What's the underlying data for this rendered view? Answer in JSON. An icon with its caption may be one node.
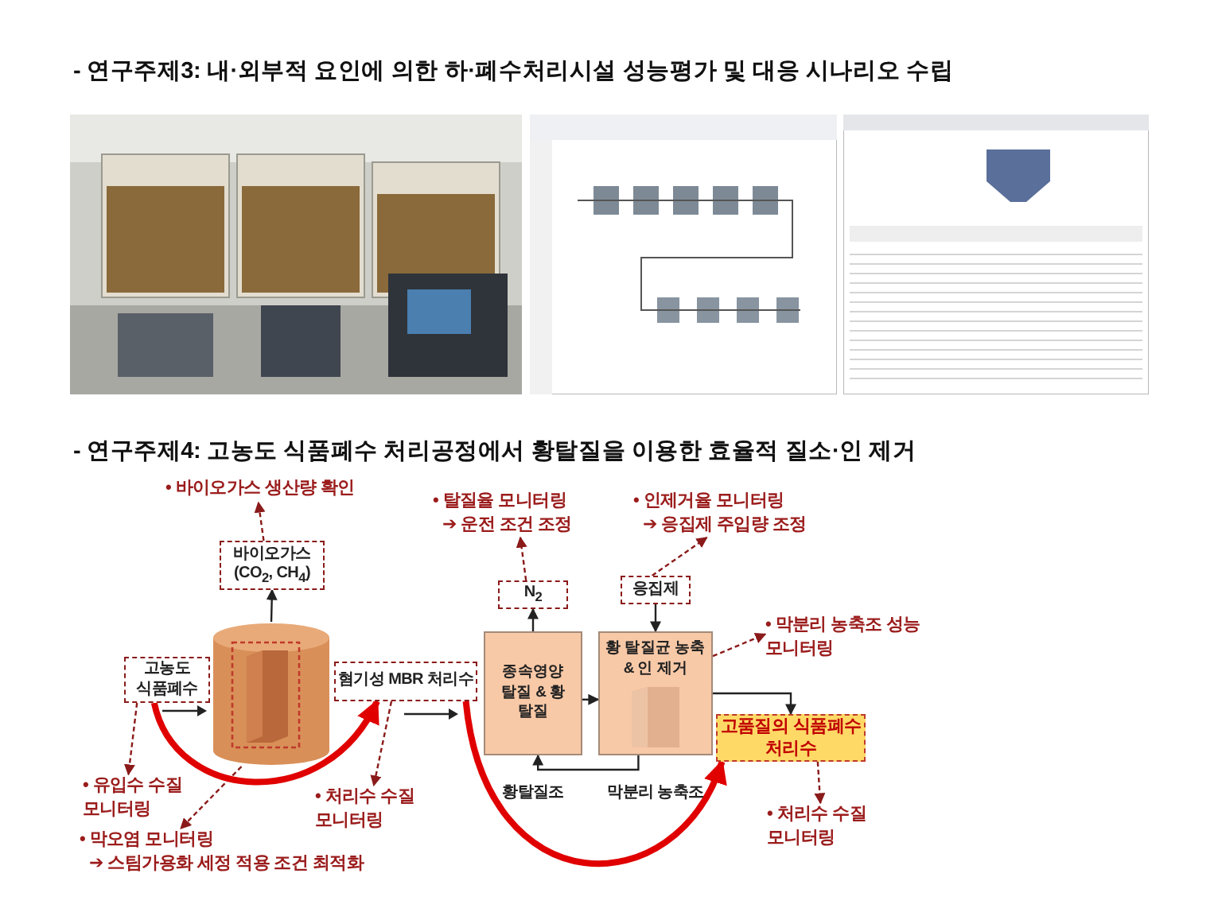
{
  "diagram": {
    "nodes": [
      {
        "text": [],
        "shape": "picture"
      },
      {
        "text": [],
        "shape": "picture"
      },
      {
        "text": [],
        "shape": "picture"
      },
      {
        "text": [
          "고농도 식품폐수"
        ]
      },
      {
        "text": [],
        "shape": "cylinder"
      },
      {
        "text": [
          "바이오가스 (CO$_{2}$, CH$_{4}$)"
        ]
      },
      {
        "text": [
          "혐기성 MBR 처리수"
        ]
      },
      {
        "text": [
          "종속영양 탈질 & 황 탈질"
        ],
        "beside": [
          "황탈질조"
        ]
      },
      {
        "text": [
          "황 탈질균 농축 & 인 제거"
        ],
        "beside": [
          "막분리 농축조"
        ]
      },
      {
        "text": [
          "N$_{2}$"
        ]
      },
      {
        "text": [
          "응집제"
        ]
      },
      {
        "text": [
          "고품질의 식품폐수 처리수"
        ]
      },
      {
        "text": [
          "• 바이오가스 생산량 확인"
        ]
      },
      {
        "text": [
          "• 유입수 수질 모니터링"
        ]
      },
      {
        "text": [
          "• 막오염 모니터링",
          "➔ 스팀가용화 세정 적용 조건 최적화"
        ]
      },
      {
        "text": [
          "• 처리수 수질 모니터링"
        ]
      },
      {
        "text": [
          "• 탈질율 모니터링",
          "➔ 운전 조건 조정"
        ]
      },
      {
        "text": [
          "• 인제거율 모니터링",
          "➔ 응집제 주입량 조정"
        ]
      },
      {
        "text": [
          "• 막분리 농축조 성능 모니터링"
        ]
      },
      {
        "text": [
          "• 처리수 수질 모니터링"
        ]
      }
    ],
    "edges": [
      {
        "from": 4,
        "to": 5,
        "arrow": "to",
        "color": "#222222"
      },
      {
        "from": 5,
        "to": 12,
        "arrow": "to",
        "style": "dashed",
        "color": "#8b1a1a"
      },
      {
        "from": 3,
        "to": 13,
        "arrow": "to",
        "style": "dashed",
        "color": "#8b1a1a"
      },
      {
        "from": 4,
        "to": 14,
        "arrow": "to",
        "style": "dashed",
        "color": "#8b1a1a"
      },
      {
        "from": 3,
        "to": 6,
        "arrow": "to",
        "style": "thick",
        "color": "#e00000"
      },
      {
        "from": 6,
        "to": 11,
        "arrow": "to",
        "style": "thick",
        "color": "#e00000"
      },
      {
        "from": 6,
        "to": 15,
        "arrow": "to",
        "style": "dashed",
        "color": "#8b1a1a"
      },
      {
        "from": 7,
        "to": 9,
        "arrow": "to",
        "color": "#222222"
      },
      {
        "from": 10,
        "to": 8,
        "arrow": "to",
        "color": "#222222"
      },
      {
        "from": 7,
        "to": 8,
        "arrow": "to",
        "color": "#222222"
      },
      {
        "from": 8,
        "to": 7,
        "arrow": "to",
        "color": "#222222"
      },
      {
        "from": 8,
        "to": 11,
        "arrow": "to",
        "color": "#222222"
      },
      {
        "from": 9,
        "to": 16,
        "arrow": "to",
        "style": "dashed",
        "color": "#8b1a1a"
      },
      {
        "from": 10,
        "to": 17,
        "arrow": "to",
        "style": "dashed",
        "color": "#8b1a1a"
      },
      {
        "from": 8,
        "to": 18,
        "arrow": "to",
        "style": "dashed",
        "color": "#8b1a1a"
      },
      {
        "from": 11,
        "to": 19,
        "arrow": "to",
        "style": "dashed",
        "color": "#8b1a1a"
      }
    ],
    "labels": [
      "- 연구주제3: 내·외부적 요인에 의한 하·폐수처리시설 성능평가 및 대응 시나리오 수립",
      "- 연구주제4: 고농도 식품폐수 처리공정에서 황탈질을 이용한 효율적 질소·인 제거"
    ]
  }
}
